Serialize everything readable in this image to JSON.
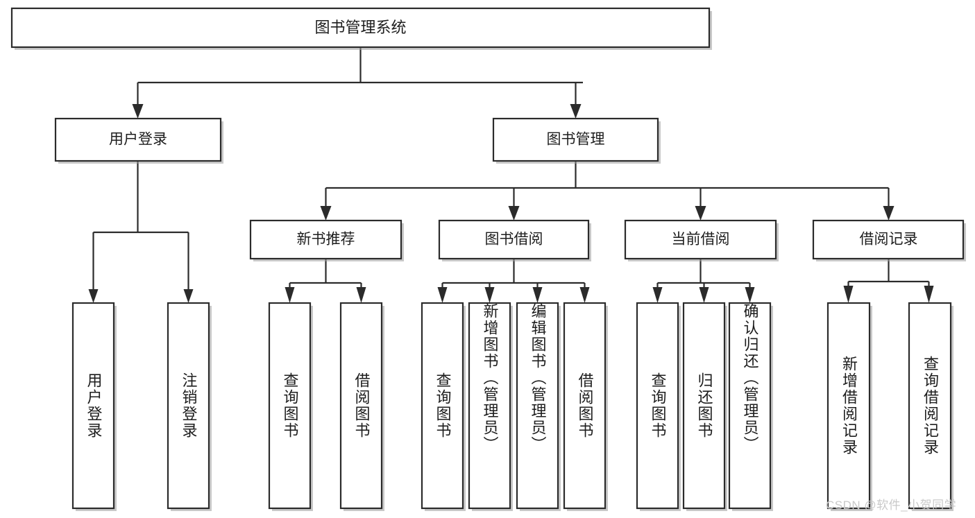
{
  "diagram": {
    "type": "tree-hierarchy-chart",
    "title": "图书管理系统",
    "colors": {
      "background": "#ffffff",
      "node_fill": "#ffffff",
      "node_stroke": "#2b2b2b",
      "connector": "#2b2b2b",
      "text": "#1d1d1d",
      "watermark": "#c9c9c9"
    },
    "root": {
      "id": "root",
      "label": "图书管理系统"
    },
    "level2": [
      {
        "id": "user-login",
        "label": "用户登录"
      },
      {
        "id": "book-manage",
        "label": "图书管理"
      }
    ],
    "level3": [
      {
        "id": "new-book-recommend",
        "label": "新书推荐",
        "parent": "book-manage"
      },
      {
        "id": "book-borrow",
        "label": "图书借阅",
        "parent": "book-manage"
      },
      {
        "id": "current-borrow",
        "label": "当前借阅",
        "parent": "book-manage"
      },
      {
        "id": "borrow-record",
        "label": "借阅记录",
        "parent": "book-manage"
      }
    ],
    "leaves": [
      {
        "id": "leaf-user-login",
        "label": "用户登录",
        "parent": "user-login"
      },
      {
        "id": "leaf-logout",
        "label": "注销登录",
        "parent": "user-login"
      },
      {
        "id": "leaf-query-book-1",
        "label": "查询图书",
        "parent": "new-book-recommend"
      },
      {
        "id": "leaf-borrow-book-1",
        "label": "借阅图书",
        "parent": "new-book-recommend"
      },
      {
        "id": "leaf-query-book-2",
        "label": "查询图书",
        "parent": "book-borrow"
      },
      {
        "id": "leaf-add-book",
        "label": "新增图书（管理员）",
        "parent": "book-borrow"
      },
      {
        "id": "leaf-edit-book",
        "label": "编辑图书（管理员）",
        "parent": "book-borrow"
      },
      {
        "id": "leaf-borrow-book-2",
        "label": "借阅图书",
        "parent": "book-borrow"
      },
      {
        "id": "leaf-query-book-3",
        "label": "查询图书",
        "parent": "current-borrow"
      },
      {
        "id": "leaf-return-book",
        "label": "归还图书",
        "parent": "current-borrow"
      },
      {
        "id": "leaf-confirm-return",
        "label": "确认归还（管理员）",
        "parent": "current-borrow"
      },
      {
        "id": "leaf-add-record",
        "label": "新增借阅记录",
        "parent": "borrow-record"
      },
      {
        "id": "leaf-query-record",
        "label": "查询借阅记录",
        "parent": "borrow-record"
      }
    ],
    "watermark": "CSDN @软件_小贺同学"
  }
}
